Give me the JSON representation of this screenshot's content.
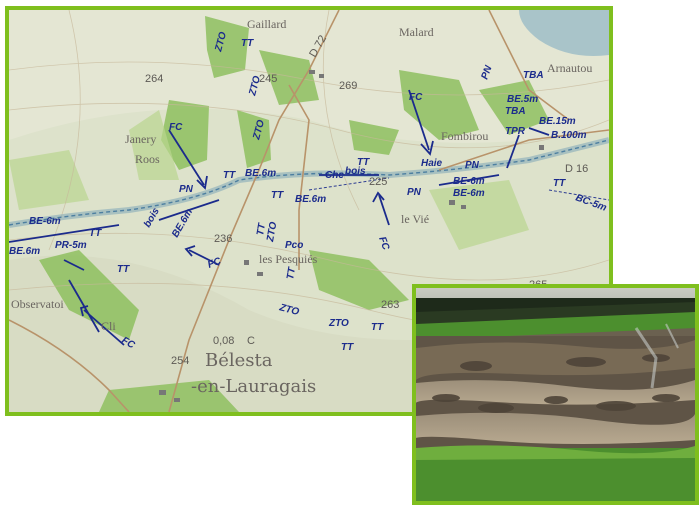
{
  "map": {
    "places": {
      "gaillard": "Gaillard",
      "malard": "Malard",
      "arnautou": "Arnautou",
      "janery": "Janery",
      "roos": "Roos",
      "fombirou": "Fombirou",
      "le_vie": "le Vié",
      "les_pesquies": "les Pesquiés",
      "observatoire": "Observatoi",
      "belesta_1": "Bélesta",
      "belesta_2": "-en-Lauragais",
      "cli": "Cli"
    },
    "elevations": [
      "264",
      "269",
      "225",
      "236",
      "263",
      "254",
      "265",
      "245"
    ],
    "roads": [
      "D 72",
      "D 16"
    ],
    "scale_note": "0,08",
    "scale_letter": "C",
    "annotations": {
      "tt": "TT",
      "zto": "ZTO",
      "fc": "FC",
      "pn": "PN",
      "be6m_a": "BE.6m",
      "be6m_b": "BE.6m",
      "be6m_c": "BE-6m",
      "be6m_d": "BE-6m",
      "be6m_e": "BE-6m",
      "be6m_f": "BE.6m",
      "be5m": "BE.5m",
      "be15": "BE.15m",
      "b100": "B.100m",
      "che_tt": "Che",
      "bois": "bois",
      "haie": "Haie",
      "tba": "TBA",
      "tpr": "TPR",
      "pr5m": "PR-5m",
      "bc5": "BC-5m",
      "pco": "Pco"
    }
  },
  "colors": {
    "frame": "#7fbf1e",
    "annotation_ink": "#1b2b8c",
    "map_base": "#dfe3cf",
    "woodland": "#8fc060",
    "stream": "#7ea6b8"
  }
}
